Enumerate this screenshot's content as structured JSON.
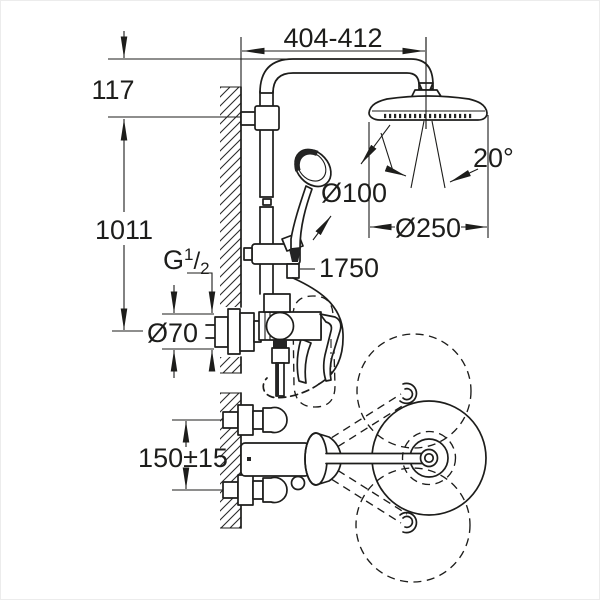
{
  "drawing": {
    "background": "#ffffff",
    "line_color": "#1d1d1b",
    "labels": {
      "arm_projection": "404-412",
      "top_offset": "117",
      "rail_height": "1011",
      "thread_prefix": "G",
      "thread_numerator": "1",
      "thread_slash": "/",
      "thread_denominator": "2",
      "supply_escutcheon_diameter": "Ø70",
      "hand_shower_diameter": "Ø100",
      "hose_length": "1750",
      "spray_angle": "20°",
      "head_shower_diameter": "Ø250",
      "inlet_spacing": "150±15"
    }
  }
}
